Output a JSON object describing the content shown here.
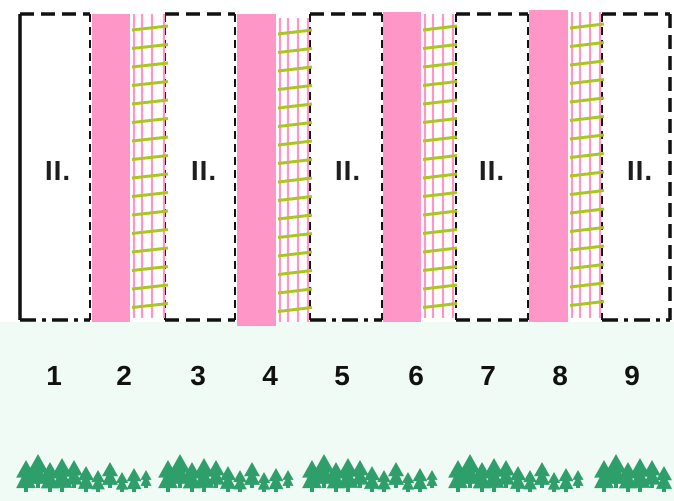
{
  "plot_label": "II.",
  "column_numbers": [
    "1",
    "2",
    "3",
    "4",
    "5",
    "6",
    "7",
    "8",
    "9"
  ],
  "colors": {
    "strip_pink": "#ff96c8",
    "ladder_green": "#a8c820",
    "tree_green": "#2e9e6a",
    "border": "#111111",
    "bottom_band": "#f1fbf6"
  },
  "icons": {
    "tree": "tree-icon"
  }
}
